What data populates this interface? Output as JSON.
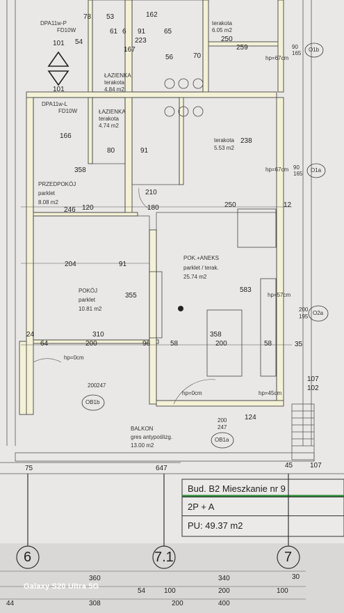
{
  "rooms": [
    {
      "name": "ŁAZIENKA",
      "finish": "terakota",
      "area": "4.84 m2"
    },
    {
      "name": "ŁAZIENKA",
      "finish": "terakota",
      "area": "4.74 m2"
    },
    {
      "name": "PRZEDPOKÓJ",
      "finish": "parklet",
      "area": "8.08 m2"
    },
    {
      "name": "POK.+ANEKS",
      "finish": "parklet / terak.",
      "area": "25.74 m2"
    },
    {
      "name": "POKÓJ",
      "finish": "parklet",
      "area": "10.81 m2"
    },
    {
      "name": "BALKON",
      "finish": "gres antypoślizg.",
      "area": "13.00 m2"
    }
  ],
  "top_finishes": [
    {
      "finish": "terakota",
      "area": "6.05 m2"
    },
    {
      "finish": "terakota",
      "area": "5.53 m2"
    }
  ],
  "windows": [
    {
      "id": "O1b",
      "w": "90",
      "h": "165"
    },
    {
      "id": "O1a",
      "w": "90",
      "h": "165"
    },
    {
      "id": "O2a",
      "w": "200",
      "h": "195"
    },
    {
      "id": "OB1b",
      "w": "200",
      "h": "247"
    },
    {
      "id": "OB1a",
      "w": "200",
      "h": "247"
    }
  ],
  "door_notes": [
    "DPA11w-P",
    "FD10W",
    "DPA11w-L",
    "FD10W"
  ],
  "sill_notes": [
    "hp=0cm",
    "hp=0cm",
    "hp=67cm",
    "hp=67cm",
    "hp=57cm",
    "hp=45cm"
  ],
  "dims": {
    "d1": "78",
    "d2": "53",
    "d3": "162",
    "d4": "101",
    "d5": "54",
    "d6": "61",
    "d7": "6",
    "d8": "91",
    "d9": "65",
    "d10": "223",
    "d11": "167",
    "d12": "250",
    "d13": "259",
    "d14": "56",
    "d15": "70",
    "d16": "101",
    "d17": "166",
    "d18": "80",
    "d19": "91",
    "d20": "246",
    "d21": "180",
    "d22": "250",
    "d23": "204",
    "d24": "91",
    "d25": "355",
    "d26": "583",
    "d27": "310",
    "d28": "64",
    "d29": "200",
    "d30": "96",
    "d31": "58",
    "d32": "358",
    "d33": "200",
    "d34": "58",
    "d35": "107",
    "d36": "102",
    "d37": "124",
    "d38": "75",
    "d39": "647",
    "d40": "45",
    "d41": "107",
    "d42": "238",
    "d43": "358",
    "d44": "120",
    "d45": "210",
    "d46": "24",
    "d47": "35",
    "d48": "12"
  },
  "title_block": {
    "title": "Bud. B2 Mieszkanie nr 9",
    "rooms_type": "2P + A",
    "area": "PU: 49.37 m2"
  },
  "axes": [
    "6",
    "7.1",
    "7"
  ],
  "bottom_dims": {
    "row1": [
      "360",
      "340",
      "30"
    ],
    "row2": [
      "54",
      "100",
      "200",
      "100"
    ],
    "row3": [
      "308",
      "200",
      "400"
    ],
    "row3_left": "44"
  },
  "watermark": "Galaxy S20 Ultra 5G"
}
